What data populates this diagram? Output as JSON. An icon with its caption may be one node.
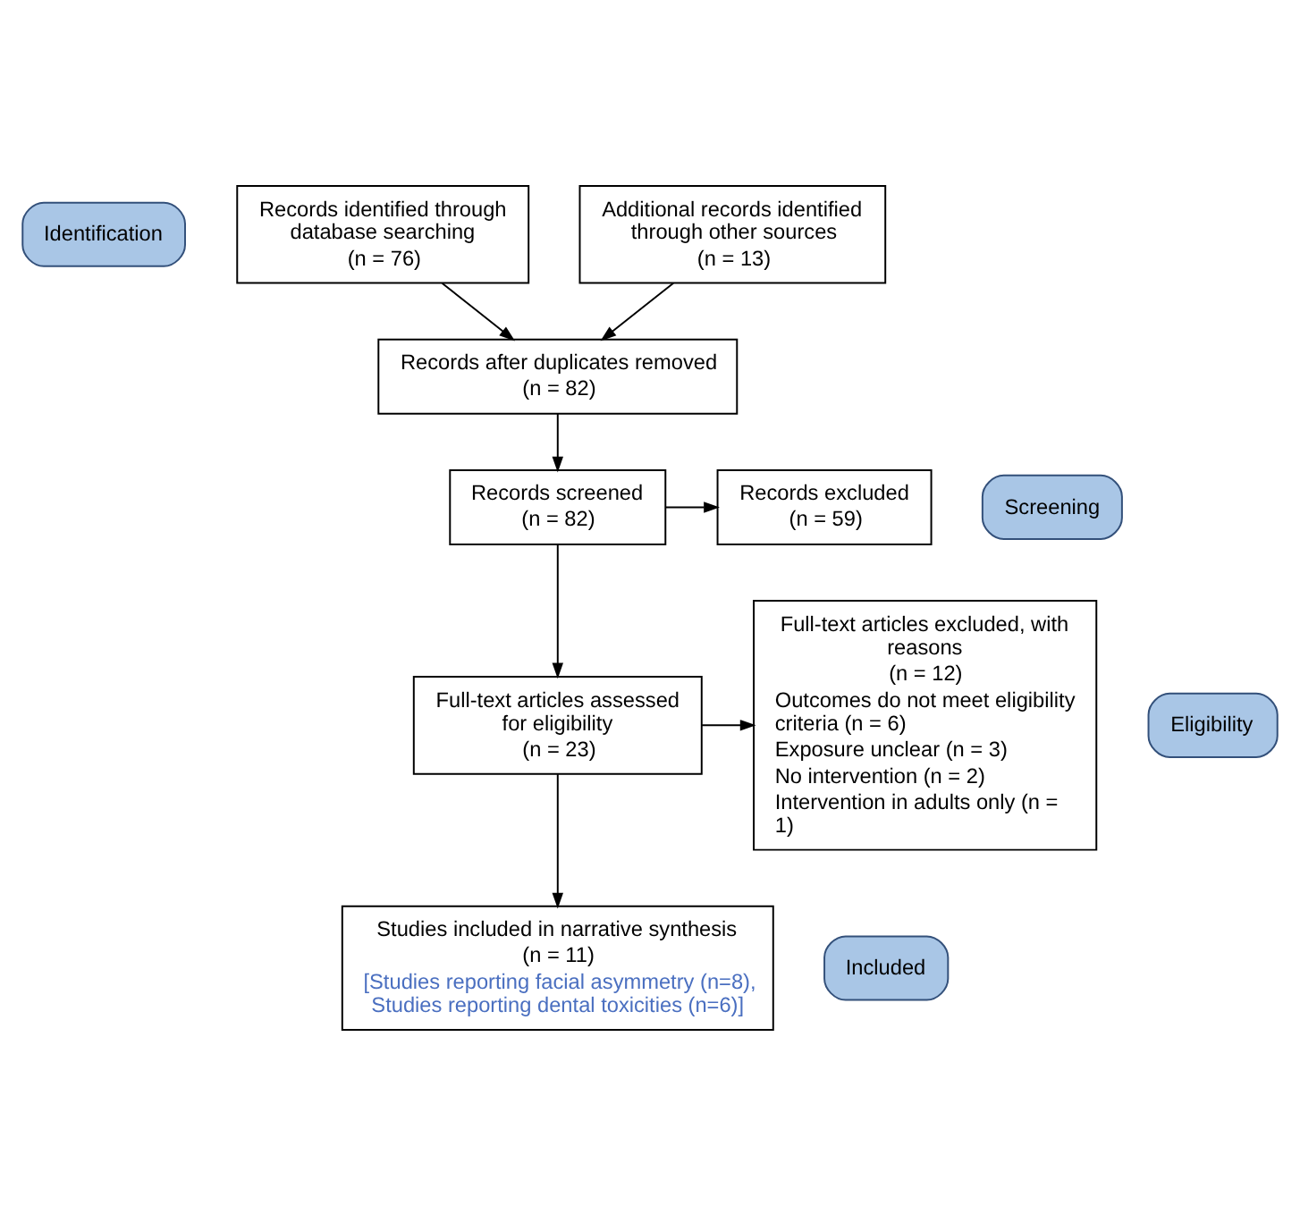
{
  "diagram": {
    "nodes": [
      {
        "text": [
          "Identification"
        ]
      },
      {
        "text": [
          "Records identified through database searching",
          "(n = 76)"
        ]
      },
      {
        "text": [
          "Additional records identified through other sources",
          "(n = 13)"
        ]
      },
      {
        "text": [
          "Screening"
        ]
      },
      {
        "text": [
          "Records after duplicates removed",
          "(n = 82)"
        ]
      },
      {
        "text": [
          "Records screened",
          "(n = 82)"
        ]
      },
      {
        "text": [
          "Records excluded",
          "(n = 59)"
        ]
      },
      {
        "text": [
          "Eligibility"
        ]
      },
      {
        "text": [
          "Full-text articles assessed for eligibility",
          "(n = 23)"
        ]
      },
      {
        "text": [
          "Full-text articles excluded, with reasons",
          "(n = 12)",
          "Outcomes do not meet eligibility criteria (n = 6)",
          "Exposure unclear (n = 3)",
          "No intervention (n = 2)",
          "Intervention in adults only (n = 1)"
        ]
      },
      {
        "text": [
          "Included"
        ]
      },
      {
        "text": [
          "Studies included in narrative synthesis",
          "(n = 11)",
          "[Studies reporting facial asymmetry (n=8), Studies reporting dental toxicities (n=6)]"
        ]
      }
    ],
    "edges": [
      {
        "from": 1,
        "to": 4,
        "arrow": "to"
      },
      {
        "from": 2,
        "to": 4,
        "arrow": "to"
      },
      {
        "from": 4,
        "to": 5,
        "arrow": "to"
      },
      {
        "from": 5,
        "to": 6,
        "arrow": "to"
      },
      {
        "from": 5,
        "to": 8,
        "arrow": "to"
      },
      {
        "from": 8,
        "to": 9,
        "arrow": "to"
      },
      {
        "from": 8,
        "to": 11,
        "arrow": "to"
      }
    ]
  }
}
